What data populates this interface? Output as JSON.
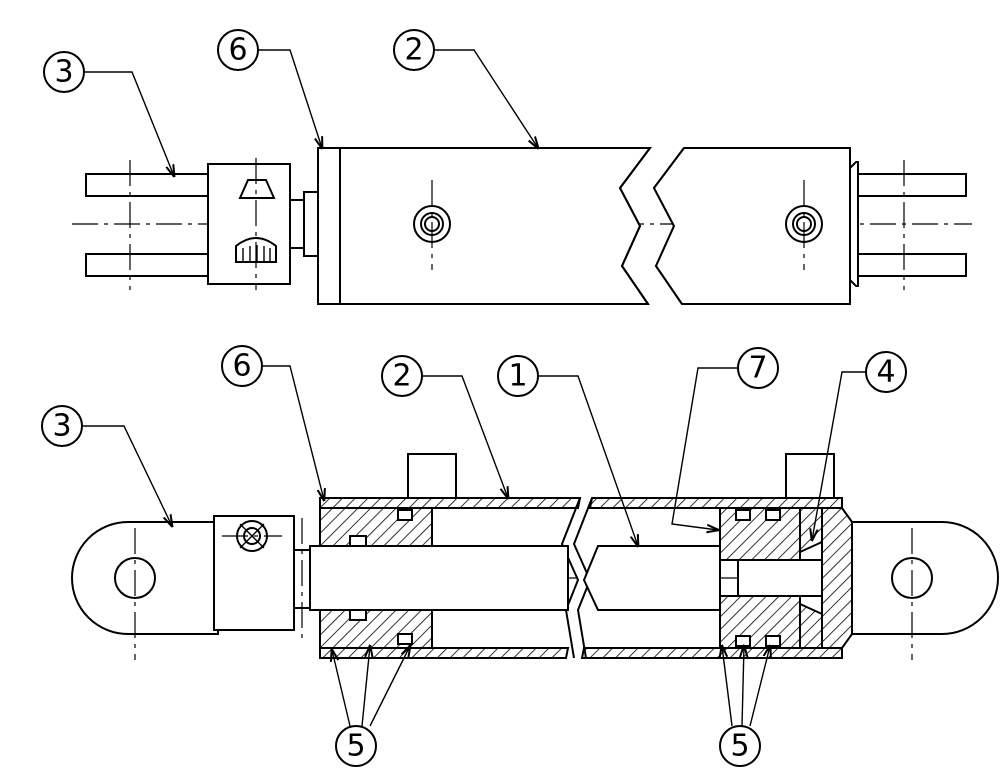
{
  "callouts": {
    "top_3": "3",
    "top_6": "6",
    "top_2": "2",
    "bottom_6": "6",
    "bottom_2": "2",
    "bottom_1": "1",
    "bottom_7": "7",
    "bottom_4": "4",
    "bottom_3": "3",
    "bottom_5_left": "5",
    "bottom_5_right": "5"
  }
}
